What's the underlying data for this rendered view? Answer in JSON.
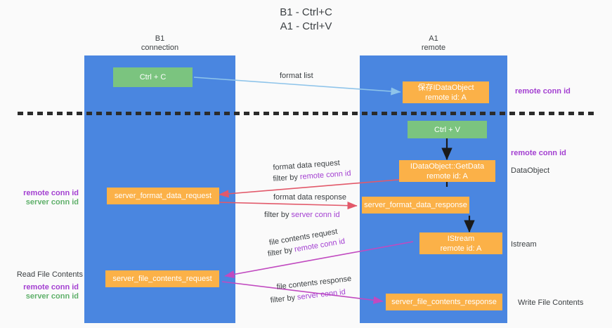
{
  "title": {
    "line1": "B1 - Ctrl+C",
    "line2": "A1 - Ctrl+V"
  },
  "lanes": [
    {
      "id": "b1",
      "name": "B1",
      "role": "connection"
    },
    {
      "id": "a1",
      "name": "A1",
      "role": "remote"
    }
  ],
  "boxes": {
    "ctrl_c": "Ctrl + C",
    "ctrl_v": "Ctrl + V",
    "save_idataobject_l1": "保存IDataObject",
    "save_idataobject_l2": "remote id: A",
    "getdata_l1": "IDataObject::GetData",
    "getdata_l2": "remote id: A",
    "istream_l1": "IStream",
    "istream_l2": "remote id: A",
    "server_format_data_request": "server_format_data_request",
    "server_format_data_response": "server_format_data_response",
    "server_file_contents_request": "server_file_contents_request",
    "server_file_contents_response": "server_file_contents_response"
  },
  "edges": {
    "format_list": "format list",
    "format_data_request": "format data request",
    "format_data_request_filter_prefix": "filter by ",
    "format_data_request_filter_key": "remote conn id",
    "format_data_response": "format data response",
    "format_data_response_filter_prefix": "filter by ",
    "format_data_response_filter_key": "server conn id",
    "file_contents_request": "file contents request",
    "file_contents_request_filter_prefix": "filter by ",
    "file_contents_request_filter_key": "remote conn id",
    "file_contents_response": "file contents response",
    "file_contents_response_filter_prefix": "filter by ",
    "file_contents_response_filter_key": "server conn id"
  },
  "right_labels": {
    "remote_conn_id_top": "remote conn id",
    "remote_conn_id_mid": "remote conn id",
    "dataobject": "DataObject",
    "istream": "Istream",
    "write_file_contents": "Write File Contents"
  },
  "left_labels": {
    "remote_conn_id_mid": "remote conn id",
    "server_conn_id_mid": "server conn id",
    "read_file_contents": "Read File Contents",
    "remote_conn_id_bottom": "remote conn id",
    "server_conn_id_bottom": "server conn id"
  },
  "colors": {
    "lane": "#4a86e0",
    "green_box": "#7bc47f",
    "orange_box": "#fbb148",
    "purple_text": "#a33fd1",
    "green_text": "#5fb06a",
    "arrow_blue": "#8ec4ea",
    "arrow_red": "#e2596a",
    "arrow_magenta": "#c14ac0",
    "arrow_black": "#1a1a1a",
    "divider": "#2b2b2b",
    "background": "#fafafa"
  }
}
